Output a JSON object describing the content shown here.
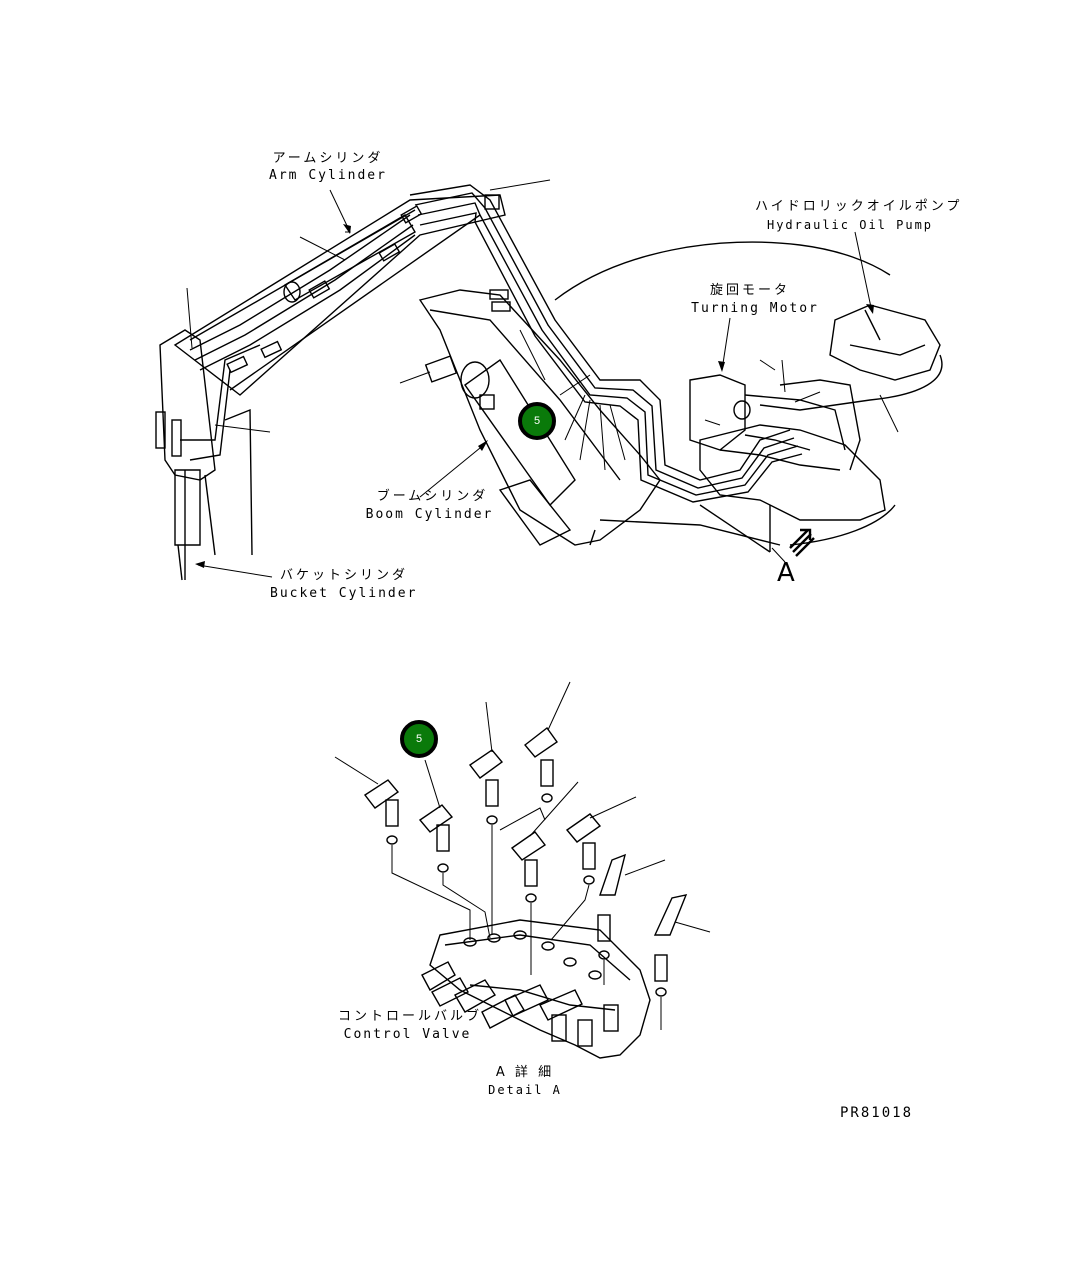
{
  "labels": {
    "arm_cylinder_jp": "アームシリンダ",
    "arm_cylinder_en": "Arm Cylinder",
    "hydraulic_pump_jp": "ハイドロリックオイルポンプ",
    "hydraulic_pump_en": "Hydraulic Oil Pump",
    "turning_motor_jp": "旋回モータ",
    "turning_motor_en": "Turning Motor",
    "boom_cylinder_jp": "ブームシリンダ",
    "boom_cylinder_en": "Boom Cylinder",
    "bucket_cylinder_jp": "バケットシリンダ",
    "bucket_cylinder_en": "Bucket Cylinder",
    "view_marker": "A",
    "control_valve_jp": "コントロールバルブ",
    "control_valve_en": "Control Valve",
    "detail_jp": "A 詳 細",
    "detail_en": "Detail A",
    "figure_number": "PR81018"
  },
  "callouts": [
    {
      "number": "5",
      "color": "#0a7a0a"
    },
    {
      "number": "5",
      "color": "#0a7a0a"
    }
  ],
  "colors": {
    "line": "#000000",
    "callout_fill": "#0a7a0a"
  }
}
